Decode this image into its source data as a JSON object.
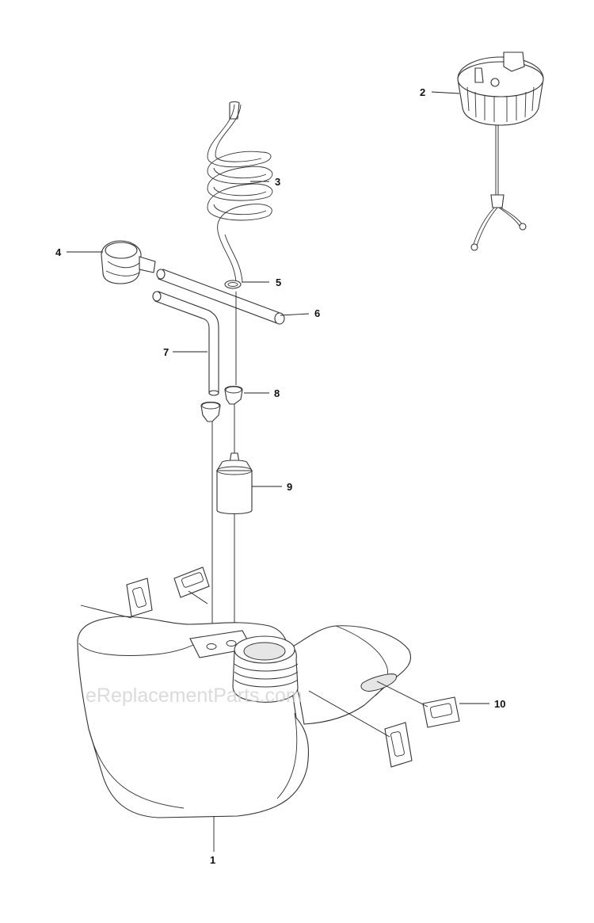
{
  "callouts": [
    {
      "id": "1",
      "label": "1"
    },
    {
      "id": "2",
      "label": "2"
    },
    {
      "id": "3",
      "label": "3"
    },
    {
      "id": "4",
      "label": "4"
    },
    {
      "id": "5",
      "label": "5"
    },
    {
      "id": "6",
      "label": "6"
    },
    {
      "id": "7",
      "label": "7"
    },
    {
      "id": "8",
      "label": "8"
    },
    {
      "id": "9",
      "label": "9"
    },
    {
      "id": "10",
      "label": "10"
    }
  ],
  "watermark": "eReplacementParts.com",
  "colors": {
    "line": "#333333",
    "background": "#ffffff",
    "watermark": "#cfcfcf"
  }
}
